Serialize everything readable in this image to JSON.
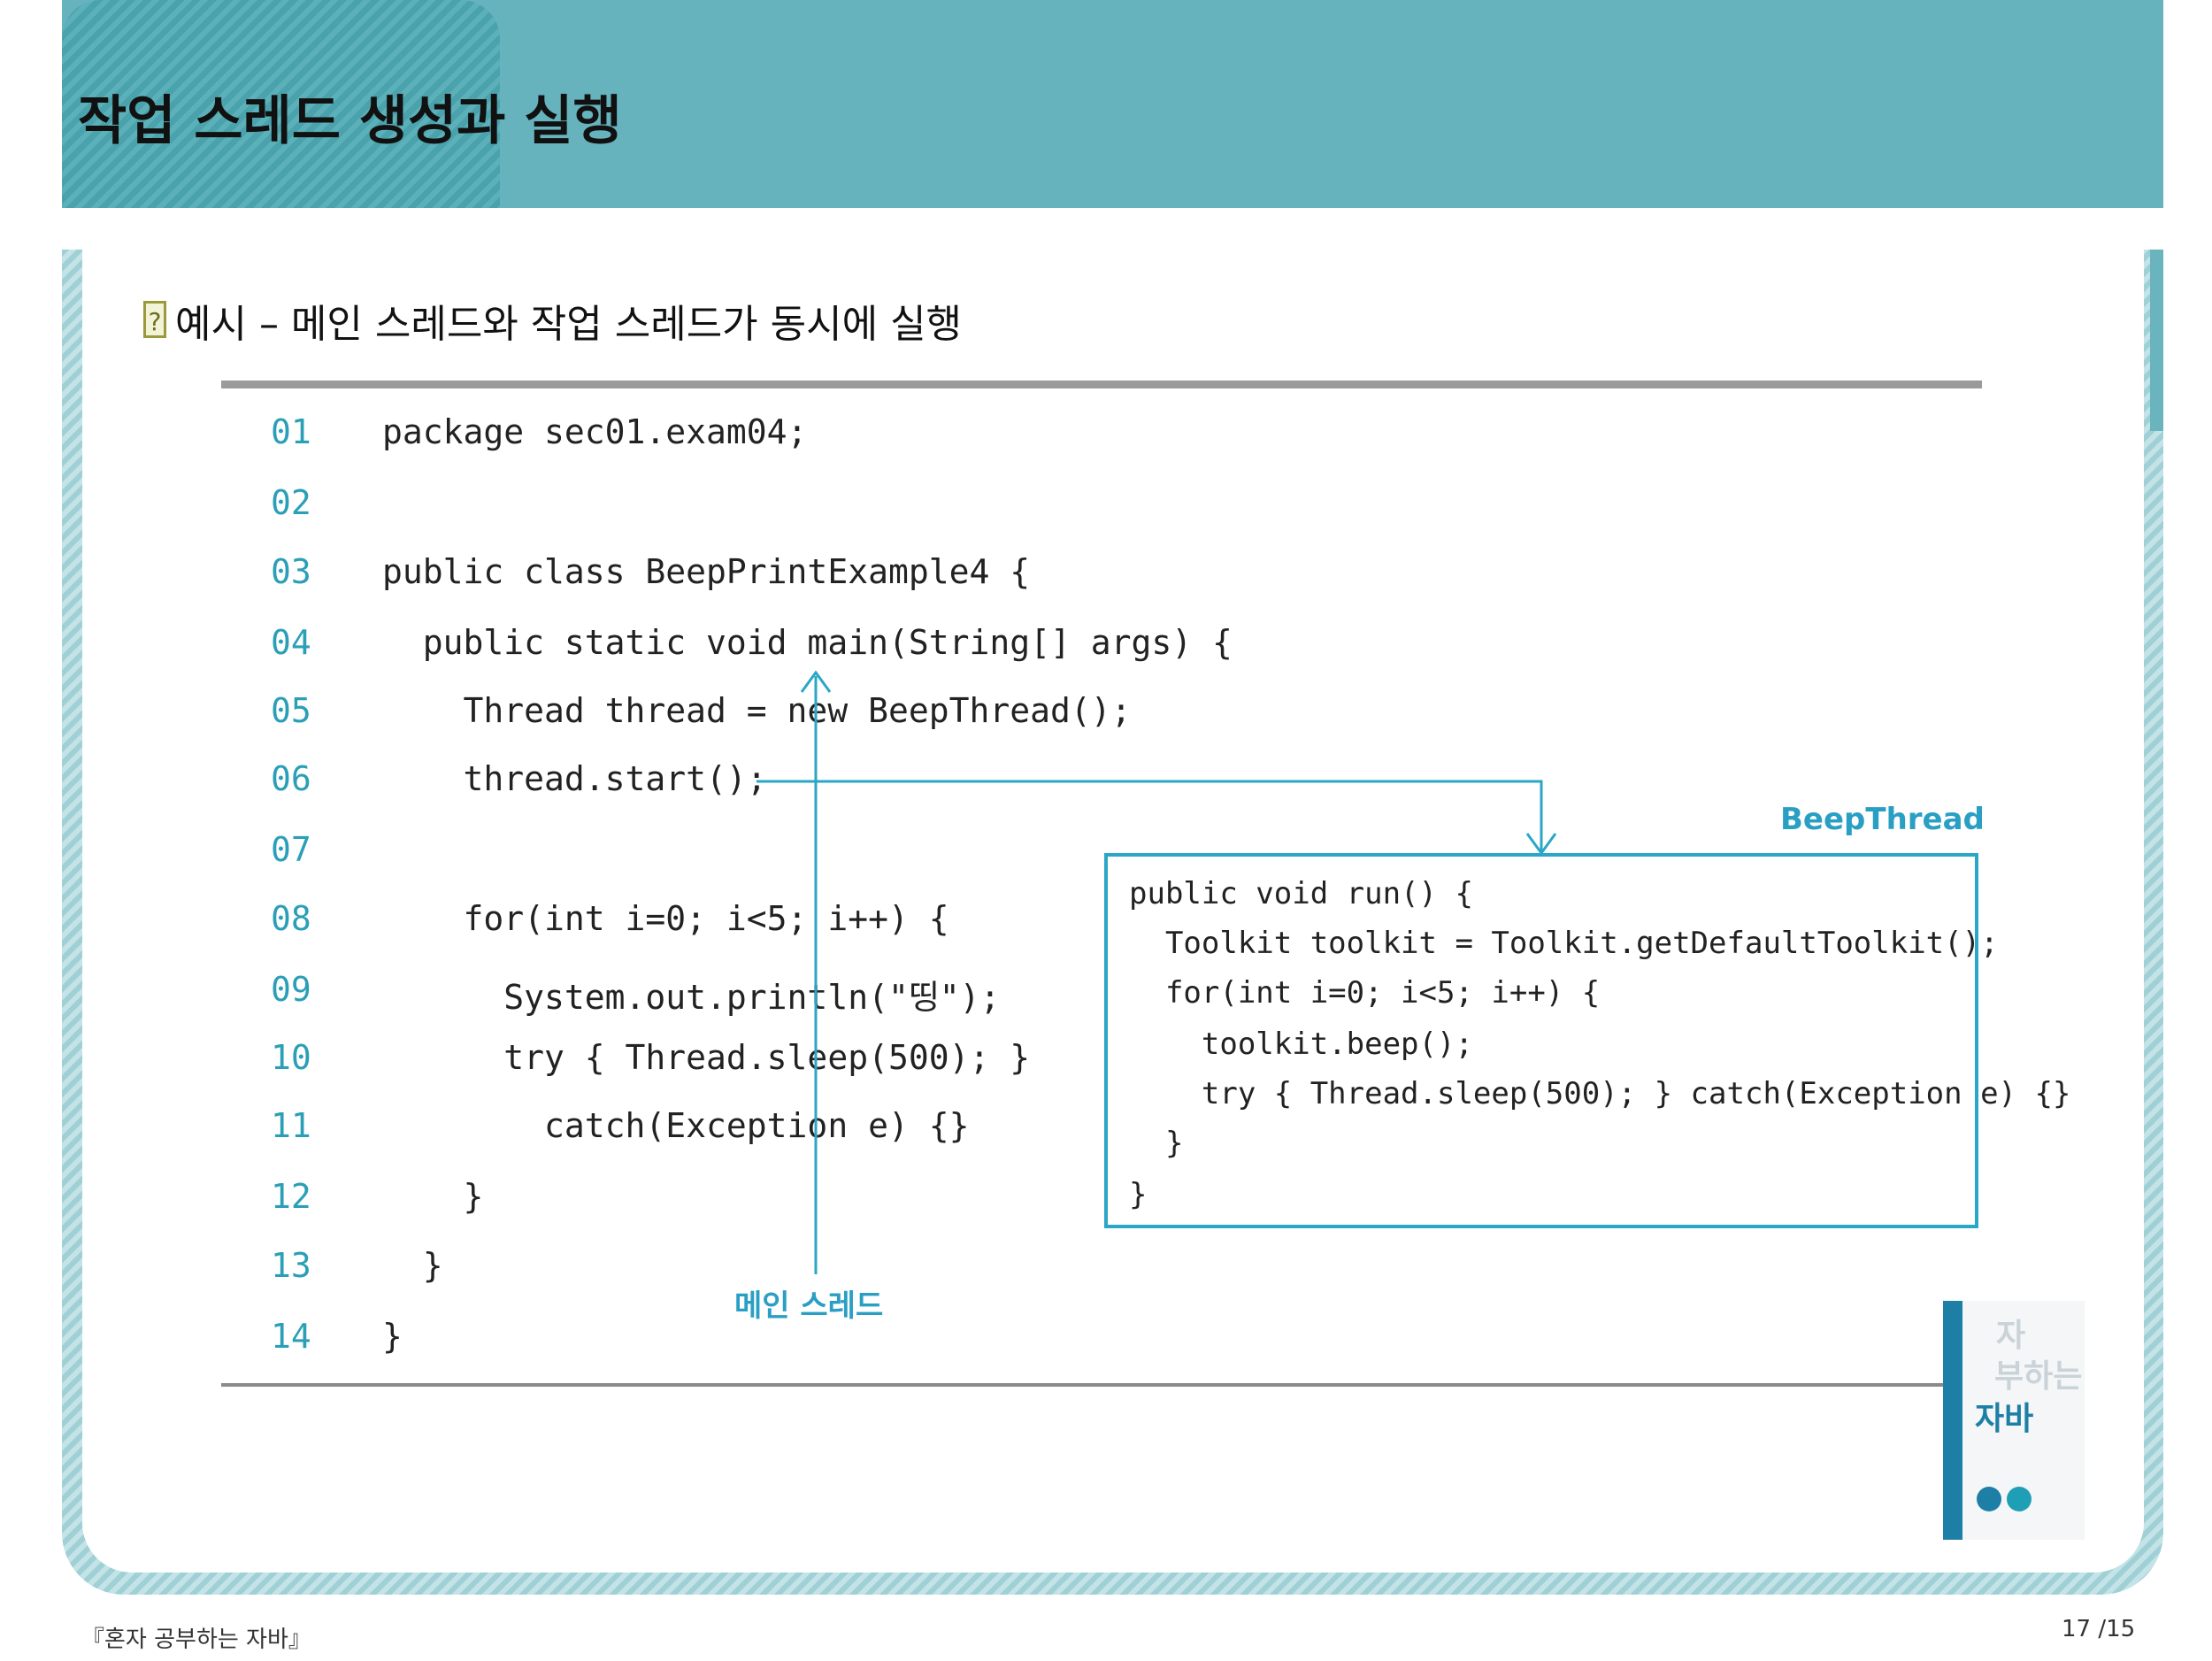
{
  "header": {
    "title": "작업 스레드 생성과 실행"
  },
  "example": {
    "icon": "?",
    "heading": "예시 – 메인 스레드와 작업 스레드가 동시에 실행"
  },
  "code": {
    "line_numbers": [
      "01",
      "02",
      "03",
      "04",
      "05",
      "06",
      "07",
      "08",
      "09",
      "10",
      "11",
      "12",
      "13",
      "14"
    ],
    "lines": [
      "package sec01.exam04;",
      "",
      "public class BeepPrintExample4 {",
      "  public static void main(String[] args) {",
      "    Thread thread = new BeepThread();",
      "    thread.start();",
      "",
      "    for(int i=0; i<5; i++) {",
      "      System.out.println(\"띵\");",
      "      try { Thread.sleep(500); }",
      "        catch(Exception e) {}",
      "    }",
      "  }",
      "}"
    ]
  },
  "beep_thread": {
    "label": "BeepThread",
    "lines": [
      "public void run() {",
      "  Toolkit toolkit = Toolkit.getDefaultToolkit();",
      "  for(int i=0; i<5; i++) {",
      "    toolkit.beep();",
      "    try { Thread.sleep(500); } catch(Exception e) {}",
      "  }",
      "}"
    ]
  },
  "main_thread_label": "메인 스레드",
  "book": {
    "title_line1": "자",
    "title_line2": "부하는",
    "title_line3": "자바"
  },
  "footer": {
    "book_title": "『혼자 공부하는 자바』",
    "page": "17 /15"
  },
  "colors": {
    "header_teal": "#66b2bd",
    "accent_blue": "#2aa7c6",
    "line_number_blue": "#2a9fb7"
  }
}
